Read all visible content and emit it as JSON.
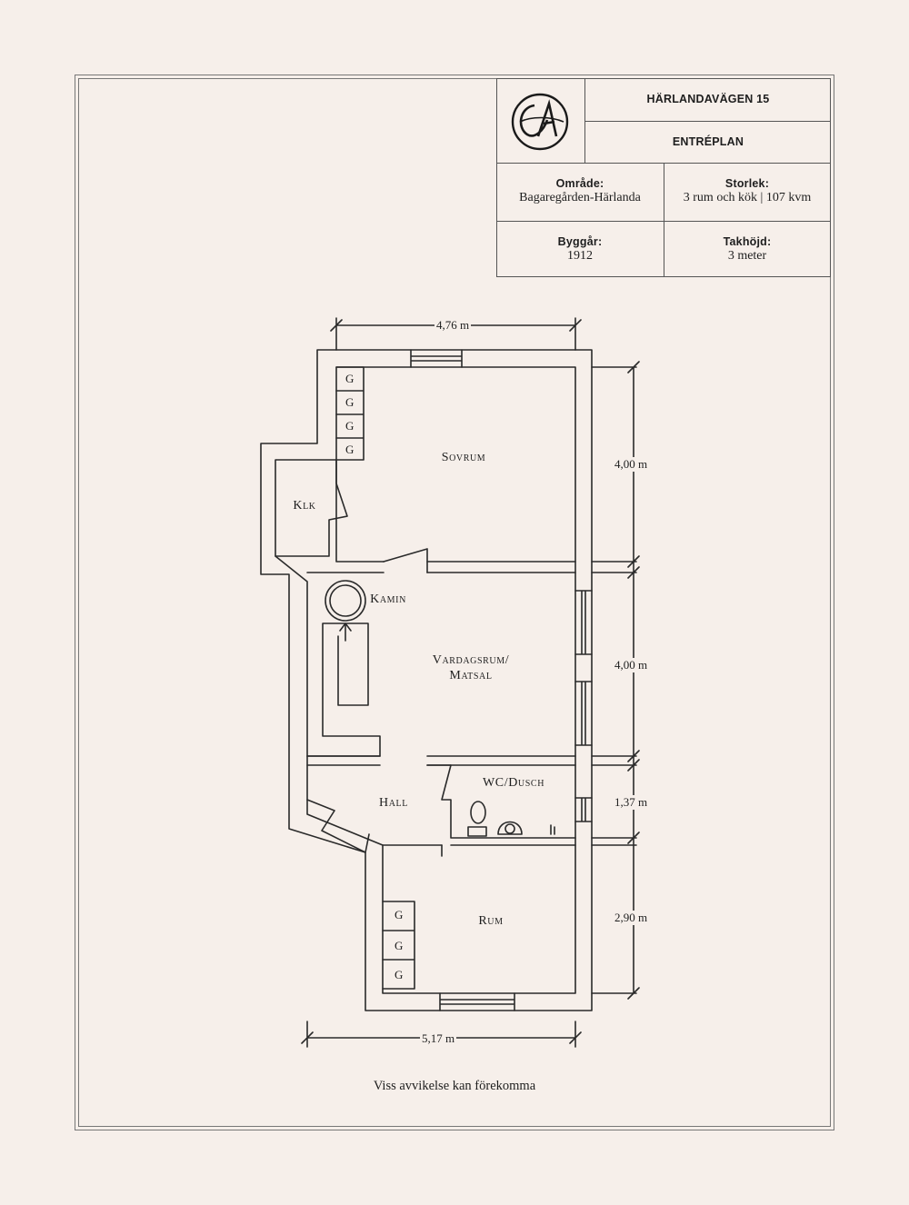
{
  "title_block": {
    "address": "HÄRLANDAVÄGEN 15",
    "floor": "ENTRÉPLAN",
    "area_label": "Område:",
    "area_value": "Bagaregården-Härlanda",
    "size_label": "Storlek:",
    "size_value": "3 rum och kök | 107 kvm",
    "year_label": "Byggår:",
    "year_value": "1912",
    "ceiling_label": "Takhöjd:",
    "ceiling_value": "3 meter"
  },
  "rooms": {
    "sovrum": "Sovrum",
    "klk": "Klk",
    "kamin": "Kamin",
    "vardagsrum": "Vardagsrum/",
    "matsal": "Matsal",
    "wc": "WC/Dusch",
    "hall": "Hall",
    "rum": "Rum",
    "wardrobe": "G"
  },
  "dimensions": {
    "top_width": "4,76 m",
    "bottom_width": "5,17 m",
    "sovrum_height": "4,00 m",
    "vardagsrum_height": "4,00 m",
    "wc_height": "1,37 m",
    "rum_height": "2,90 m"
  },
  "footer": "Viss avvikelse kan förekomma",
  "colors": {
    "background": "#f6efea",
    "ink": "#1e1e1e"
  }
}
